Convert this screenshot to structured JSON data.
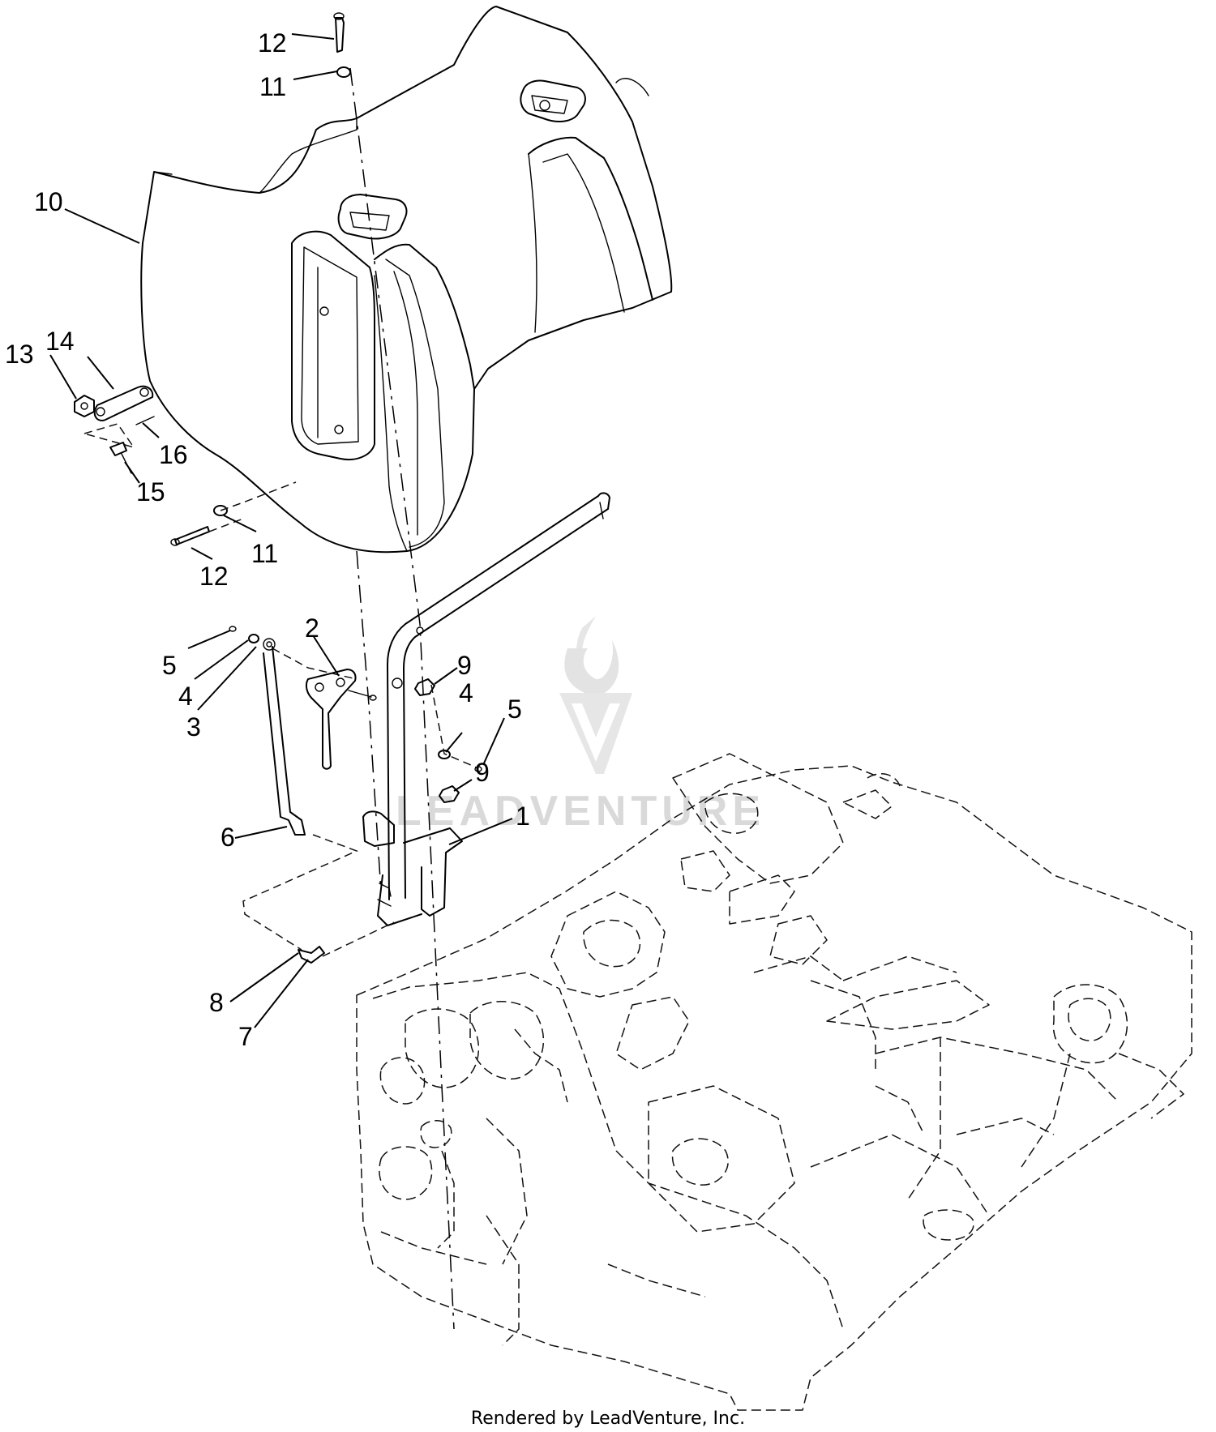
{
  "diagram": {
    "callouts": [
      {
        "id": "c12-top",
        "label": "12"
      },
      {
        "id": "c11-top",
        "label": "11"
      },
      {
        "id": "c10",
        "label": "10"
      },
      {
        "id": "c13",
        "label": "13"
      },
      {
        "id": "c14",
        "label": "14"
      },
      {
        "id": "c16",
        "label": "16"
      },
      {
        "id": "c15",
        "label": "15"
      },
      {
        "id": "c11-bottom",
        "label": "11"
      },
      {
        "id": "c12-bottom",
        "label": "12"
      },
      {
        "id": "c2",
        "label": "2"
      },
      {
        "id": "c5-left",
        "label": "5"
      },
      {
        "id": "c4-left",
        "label": "4"
      },
      {
        "id": "c3",
        "label": "3"
      },
      {
        "id": "c9-upper",
        "label": "9"
      },
      {
        "id": "c4-right",
        "label": "4"
      },
      {
        "id": "c5-right",
        "label": "5"
      },
      {
        "id": "c9-lower",
        "label": "9"
      },
      {
        "id": "c6",
        "label": "6"
      },
      {
        "id": "c1",
        "label": "1"
      },
      {
        "id": "c8",
        "label": "8"
      },
      {
        "id": "c7",
        "label": "7"
      }
    ],
    "watermark": "LEADVENTURE",
    "footer": "Rendered by LeadVenture, Inc."
  },
  "colors": {
    "line": "#000000",
    "watermark": "#d9d9d9",
    "background": "#ffffff"
  }
}
